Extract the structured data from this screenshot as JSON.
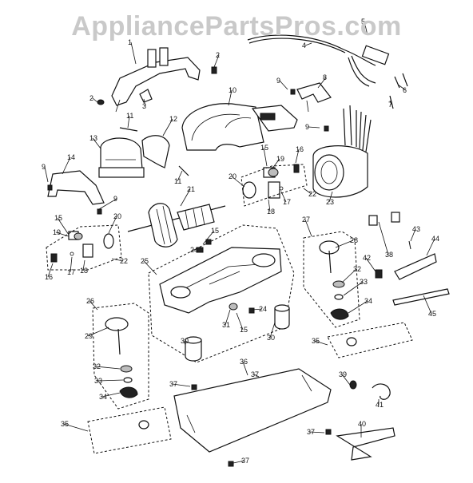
{
  "watermark": "AppliancePartsPros.com",
  "callouts": [
    "1",
    "2",
    "2",
    "3",
    "4",
    "5",
    "6",
    "7",
    "8",
    "9",
    "9",
    "9",
    "9",
    "10",
    "11",
    "11",
    "12",
    "13",
    "14",
    "15",
    "15",
    "15",
    "15",
    "16",
    "16",
    "17",
    "17",
    "18",
    "18",
    "19",
    "19",
    "20",
    "20",
    "21",
    "22",
    "22",
    "23",
    "24",
    "24",
    "25",
    "26",
    "27",
    "28",
    "29",
    "30",
    "30",
    "31",
    "32",
    "32",
    "33",
    "33",
    "34",
    "34",
    "35",
    "35",
    "36",
    "37",
    "37",
    "37",
    "37",
    "38",
    "39",
    "40",
    "41",
    "42",
    "43",
    "44",
    "45"
  ]
}
